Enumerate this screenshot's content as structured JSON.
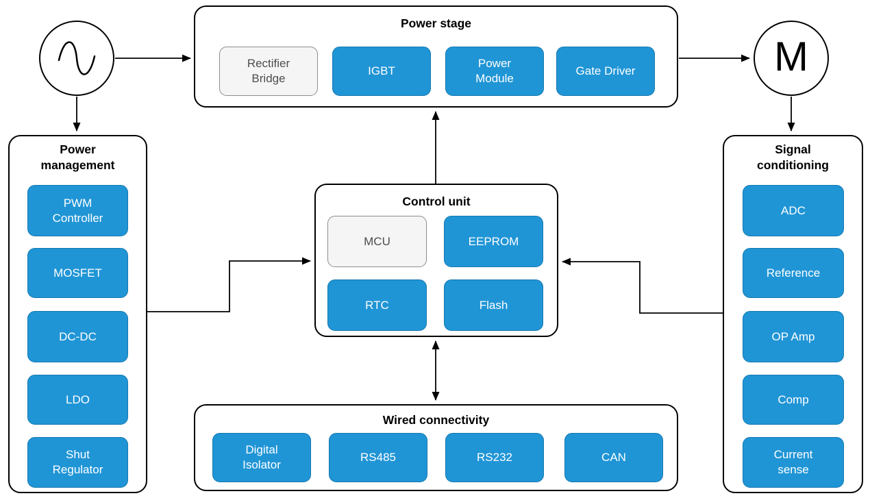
{
  "colors": {
    "node_fill": "#2095D6",
    "node_border": "#1378B0",
    "node_text": "#FFFFFF",
    "muted_fill": "#F5F5F5",
    "muted_border": "#8C8C8C",
    "muted_text": "#4D4D4D",
    "line": "#000000"
  },
  "symbols": {
    "ac_source": "ac-sine-wave",
    "motor_label": "M"
  },
  "groups": {
    "power_stage": {
      "title": "Power stage",
      "nodes": [
        {
          "label": "Rectifier\nBridge",
          "variant": "muted"
        },
        {
          "label": "IGBT",
          "variant": "blue"
        },
        {
          "label": "Power\nModule",
          "variant": "blue"
        },
        {
          "label": "Gate Driver",
          "variant": "blue"
        }
      ]
    },
    "power_management": {
      "title": "Power\nmanagement",
      "nodes": [
        {
          "label": "PWM\nController",
          "variant": "blue"
        },
        {
          "label": "MOSFET",
          "variant": "blue"
        },
        {
          "label": "DC-DC",
          "variant": "blue"
        },
        {
          "label": "LDO",
          "variant": "blue"
        },
        {
          "label": "Shut\nRegulator",
          "variant": "blue"
        }
      ]
    },
    "control_unit": {
      "title": "Control unit",
      "nodes": [
        {
          "label": "MCU",
          "variant": "muted"
        },
        {
          "label": "EEPROM",
          "variant": "blue"
        },
        {
          "label": "RTC",
          "variant": "blue"
        },
        {
          "label": "Flash",
          "variant": "blue"
        }
      ]
    },
    "wired_connectivity": {
      "title": "Wired connectivity",
      "nodes": [
        {
          "label": "Digital\nIsolator",
          "variant": "blue"
        },
        {
          "label": "RS485",
          "variant": "blue"
        },
        {
          "label": "RS232",
          "variant": "blue"
        },
        {
          "label": "CAN",
          "variant": "blue"
        }
      ]
    },
    "signal_conditioning": {
      "title": "Signal\nconditioning",
      "nodes": [
        {
          "label": "ADC",
          "variant": "blue"
        },
        {
          "label": "Reference",
          "variant": "blue"
        },
        {
          "label": "OP Amp",
          "variant": "blue"
        },
        {
          "label": "Comp",
          "variant": "blue"
        },
        {
          "label": "Current\nsense",
          "variant": "blue"
        }
      ]
    }
  },
  "edges": [
    {
      "from": "ac-source",
      "to": "power-stage",
      "type": "arrow"
    },
    {
      "from": "ac-source",
      "to": "power-management",
      "type": "arrow"
    },
    {
      "from": "power-stage",
      "to": "motor",
      "type": "arrow"
    },
    {
      "from": "motor",
      "to": "signal-conditioning",
      "type": "arrow"
    },
    {
      "from": "control-unit",
      "to": "power-stage",
      "type": "arrow"
    },
    {
      "from": "power-management",
      "to": "control-unit",
      "type": "arrow"
    },
    {
      "from": "signal-conditioning",
      "to": "control-unit",
      "type": "arrow"
    },
    {
      "from": "control-unit",
      "to": "wired-connectivity",
      "type": "double-arrow"
    }
  ]
}
